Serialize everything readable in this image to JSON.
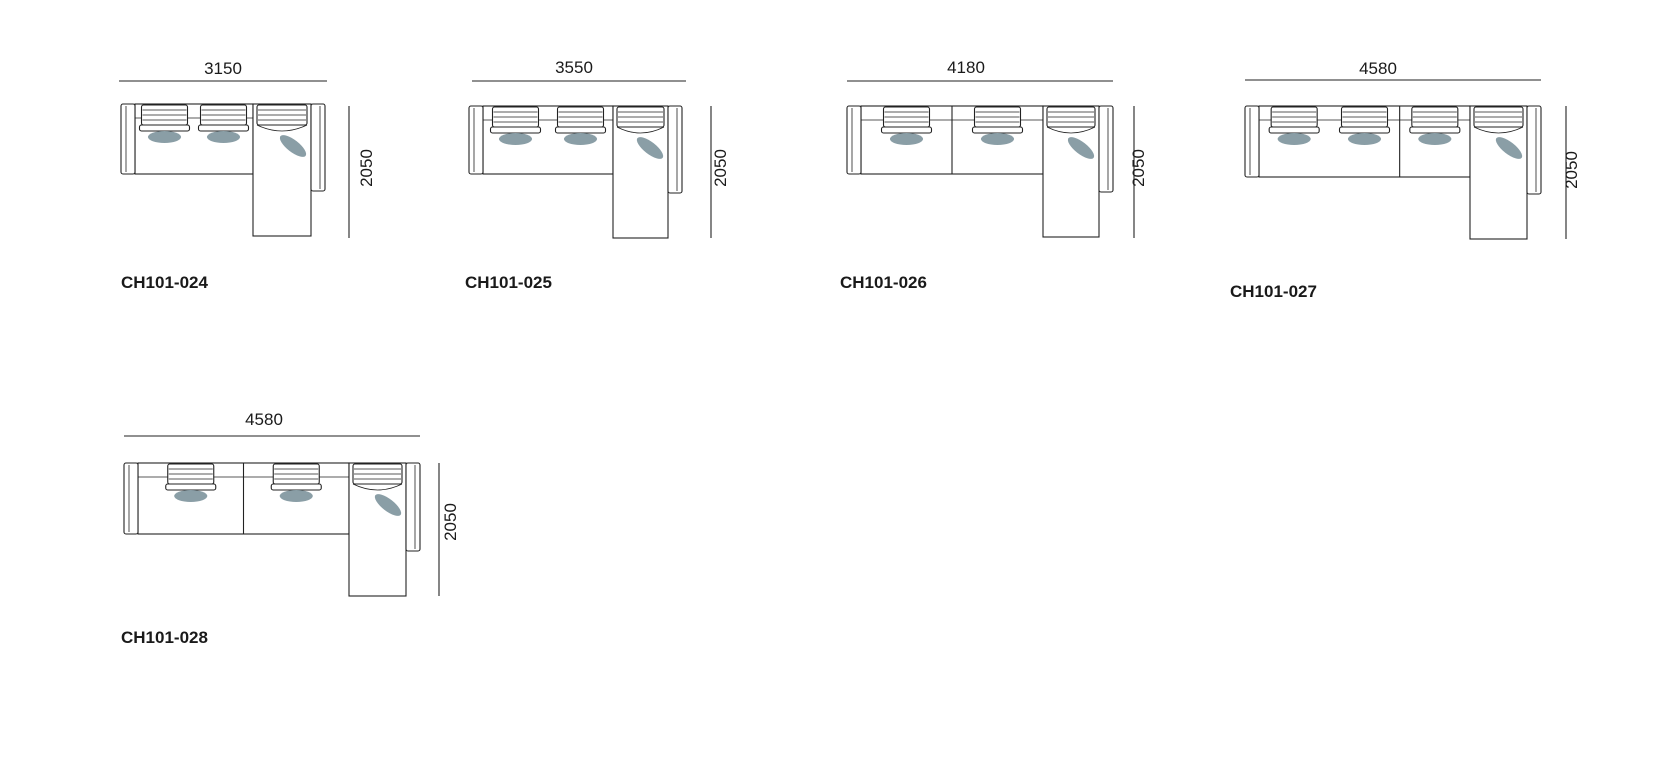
{
  "colors": {
    "line": "#222222",
    "pillow": "#8a9ea6",
    "text": "#1a1a1a"
  },
  "sofas": [
    {
      "code": "CH101-024",
      "width_label": "3150",
      "depth_label": "2050",
      "segments": [
        {
          "type": "back",
          "cushions": 2,
          "seats": 2
        },
        {
          "type": "chaise"
        }
      ]
    },
    {
      "code": "CH101-025",
      "width_label": "3550",
      "depth_label": "2050",
      "segments": [
        {
          "type": "back",
          "cushions": 2,
          "seats": 2
        },
        {
          "type": "chaise"
        }
      ]
    },
    {
      "code": "CH101-026",
      "width_label": "4180",
      "depth_label": "2050",
      "segments": [
        {
          "type": "back",
          "cushions": 1,
          "seats": 1
        },
        {
          "type": "back",
          "cushions": 1,
          "seats": 1
        },
        {
          "type": "chaise"
        }
      ]
    },
    {
      "code": "CH101-027",
      "width_label": "4580",
      "depth_label": "2050",
      "segments": [
        {
          "type": "back",
          "cushions": 2,
          "seats": 2
        },
        {
          "type": "back",
          "cushions": 1,
          "seats": 1
        },
        {
          "type": "chaise"
        }
      ]
    },
    {
      "code": "CH101-028",
      "width_label": "4580",
      "depth_label": "2050",
      "segments": [
        {
          "type": "back",
          "cushions": 1,
          "seats": 1
        },
        {
          "type": "back",
          "cushions": 1,
          "seats": 1
        },
        {
          "type": "chaise"
        }
      ]
    }
  ]
}
